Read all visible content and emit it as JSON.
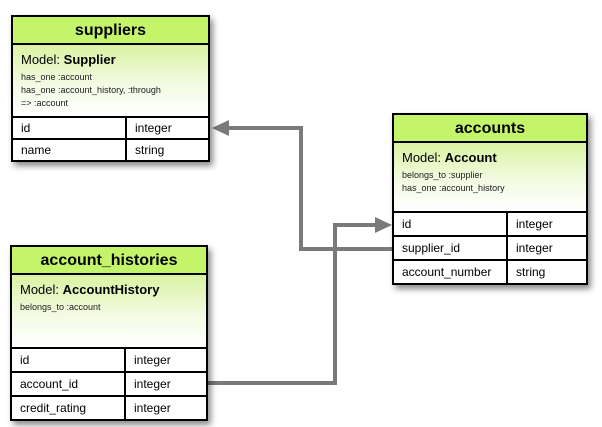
{
  "diagram": {
    "title": "rails-association-tables-diagram",
    "colors": {
      "header_bg": "#c3f46a",
      "model_gradient_top": "#d9f3a2",
      "connector_line": "#7a7a7a",
      "table_border": "#000000"
    },
    "tables": [
      {
        "title": "suppliers",
        "model_label": "Model:",
        "model_name": "Supplier",
        "associations": [
          "has_one :account",
          "has_one :account_history, :through",
          "=> :account"
        ],
        "rows": [
          {
            "field": "id",
            "type": "integer"
          },
          {
            "field": "name",
            "type": "string"
          }
        ]
      },
      {
        "title": "accounts",
        "model_label": "Model:",
        "model_name": "Account",
        "associations": [
          "belongs_to :supplier",
          "has_one :account_history"
        ],
        "rows": [
          {
            "field": "id",
            "type": "integer"
          },
          {
            "field": "supplier_id",
            "type": "integer"
          },
          {
            "field": "account_number",
            "type": "string"
          }
        ]
      },
      {
        "title": "account_histories",
        "model_label": "Model:",
        "model_name": "AccountHistory",
        "associations": [
          "belongs_to :account"
        ],
        "rows": [
          {
            "field": "id",
            "type": "integer"
          },
          {
            "field": "account_id",
            "type": "integer"
          },
          {
            "field": "credit_rating",
            "type": "integer"
          }
        ]
      }
    ],
    "connections": [
      {
        "from": "accounts.supplier_id",
        "to": "suppliers.id"
      },
      {
        "from": "account_histories.account_id",
        "to": "accounts.id"
      }
    ]
  }
}
